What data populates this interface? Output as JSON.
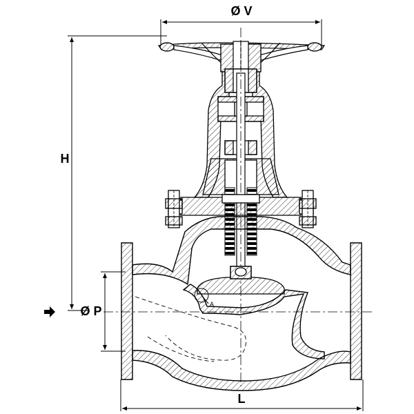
{
  "labels": {
    "handwheel_diameter": "Ø V",
    "height": "H",
    "port_diameter": "Ø P",
    "length": "L",
    "detail": "A"
  },
  "colors": {
    "line": "#000000",
    "background": "#ffffff"
  },
  "icons": {
    "flow_direction": "arrow-right-icon"
  }
}
